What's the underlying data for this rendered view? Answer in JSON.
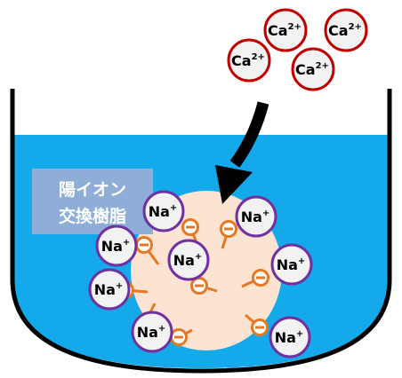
{
  "resin_label": {
    "line1": "陽イオン",
    "line2": "交換樹脂"
  },
  "ca_ion": {
    "symbol": "Ca",
    "charge": "2+"
  },
  "na_ion": {
    "symbol": "Na",
    "charge": "+"
  },
  "negative_sign": "−",
  "colors": {
    "water": "#14a9ea",
    "vessel_outline": "#000000",
    "resin_bead": "#fde3d2",
    "resin_label_bg": "#8eaed8",
    "ca_fill": "#f2f2f2",
    "ca_stroke": "#c00000",
    "na_fill": "#f2f2f2",
    "na_stroke": "#7030a0",
    "site": "#e87722",
    "arrow": "#000000"
  }
}
